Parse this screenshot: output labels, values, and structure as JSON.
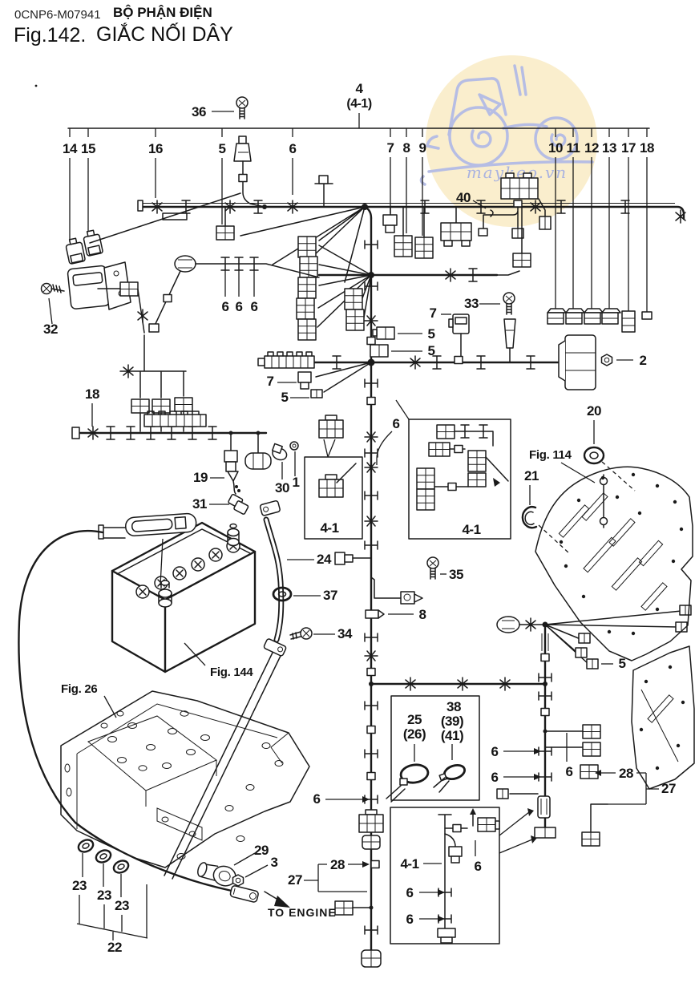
{
  "header": {
    "doc_code": "0CNP6-M07941",
    "section_title": "BỘ PHẬN ĐIỆN",
    "fig_label": "Fig.142.",
    "fig_title": "GIẮC NỐI DÂY"
  },
  "watermark": {
    "site": "maykeo.vn",
    "circle_color": "#faeecd",
    "ink_color": "#b6bde4"
  },
  "colors": {
    "ink": "#1a1a1a",
    "paper": "#ffffff"
  },
  "top": {
    "group_num": "4",
    "group_sub": "(4-1)"
  },
  "ruler": {
    "labels": [
      "14",
      "15",
      "16",
      "5",
      "6",
      "7",
      "8",
      "9",
      "10",
      "11",
      "12",
      "13",
      "17",
      "18"
    ]
  },
  "callouts": {
    "n36": "36",
    "n40": "40",
    "n32": "32",
    "n33": "33",
    "n2": "2",
    "n20": "20",
    "n21": "21",
    "n18_left": "18",
    "n19": "19",
    "n30": "30",
    "n1": "1",
    "n31": "31",
    "n24": "24",
    "n37": "37",
    "n34": "34",
    "n35": "35",
    "n8": "8",
    "n7_a": "7",
    "n5_a": "5",
    "n5_b": "5",
    "n7_b": "7",
    "n5_c": "5",
    "n5_d": "5",
    "n6_r1": "6",
    "n6_r2": "6",
    "n6_r3": "6",
    "n6_top": "6",
    "n6_v3a": "6",
    "n6_v3b": "6",
    "n6_v3c": "6",
    "n6_mid": "6",
    "n6_b1": "6",
    "n6_b2": "6",
    "n6_b3": "6",
    "n28_a": "28",
    "n27_a": "27",
    "n28_b": "28",
    "n27_b": "27",
    "n25": "25",
    "n26": "(26)",
    "n38": "38",
    "n39": "(39)",
    "n41": "(41)",
    "n29": "29",
    "n3": "3",
    "n23_a": "23",
    "n23_b": "23",
    "n23_c": "23",
    "n22": "22",
    "box_a": "4-1",
    "box_b": "4-1",
    "box_c": "4-1"
  },
  "fig_refs": {
    "fig114": "Fig. 114",
    "fig144": "Fig. 144",
    "fig26": "Fig. 26"
  },
  "notes": {
    "to_engine": "TO ENGINE"
  }
}
